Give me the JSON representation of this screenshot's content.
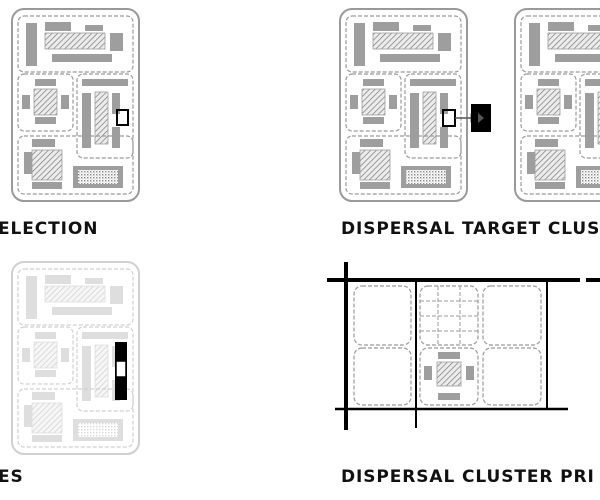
{
  "panels": [
    {
      "id": "p1",
      "caption": "ELECTION"
    },
    {
      "id": "p2",
      "caption": "DISPERSAL TARGET CLUS"
    },
    {
      "id": "p3",
      "caption": "ES"
    },
    {
      "id": "p4",
      "caption": "DISPERSAL CLUSTER PRI"
    }
  ],
  "colors": {
    "block_outline": "#9a9a9a",
    "faded_outline": "#d0d0d0",
    "building_fill": "#9e9e9e",
    "highlight": "#000000",
    "road": "#000000"
  }
}
